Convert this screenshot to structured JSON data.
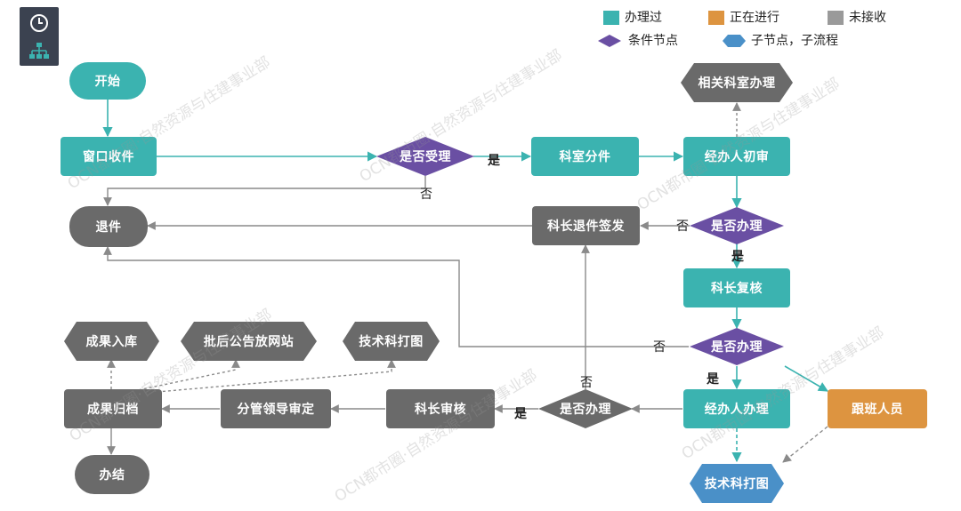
{
  "legend": {
    "done": {
      "label": "办理过",
      "color": "#3bb3b0"
    },
    "in_progress": {
      "label": "正在进行",
      "color": "#dd9440"
    },
    "not_received": {
      "label": "未接收",
      "color": "#9a9a9a"
    },
    "condition": {
      "label": "条件节点",
      "color": "#6a4fa3"
    },
    "subprocess": {
      "label": "子节点，子流程",
      "color": "#4a90c8"
    }
  },
  "nodes": {
    "start": "开始",
    "window_receive": "窗口收件",
    "accept_check": "是否受理",
    "section_assign": "科室分件",
    "officer_first_review": "经办人初审",
    "related_section": "相关科室办理",
    "return": "退件",
    "chief_return_sign": "科长退件签发",
    "handle_check_1": "是否办理",
    "chief_recheck": "科长复核",
    "handle_check_2": "是否办理",
    "result_storage": "成果入库",
    "publish_web": "批后公告放网站",
    "tech_map_top": "技术科打图",
    "result_archive": "成果归档",
    "leader_approve": "分管领导审定",
    "chief_review": "科长审核",
    "handle_check_3": "是否办理",
    "officer_handle": "经办人办理",
    "shadow_staff": "跟班人员",
    "finish": "办结",
    "tech_map_bottom": "技术科打图"
  },
  "edge_labels": {
    "accept_yes": "是",
    "accept_no": "否",
    "handle1_no": "否",
    "handle1_yes": "是",
    "handle2_no": "否",
    "handle2_yes": "是",
    "handle3_no": "否",
    "handle3_yes": "是"
  },
  "watermark": "OCN都市圈·自然资源与住建事业部",
  "colors": {
    "edge": "#8a8a8a",
    "edge_teal": "#3bb3b0",
    "diamond": "#6a4fa3",
    "diamond_done": "#6a6a6a",
    "hex_gray": "#6a6a6a",
    "hex_blue": "#4a90c8"
  }
}
